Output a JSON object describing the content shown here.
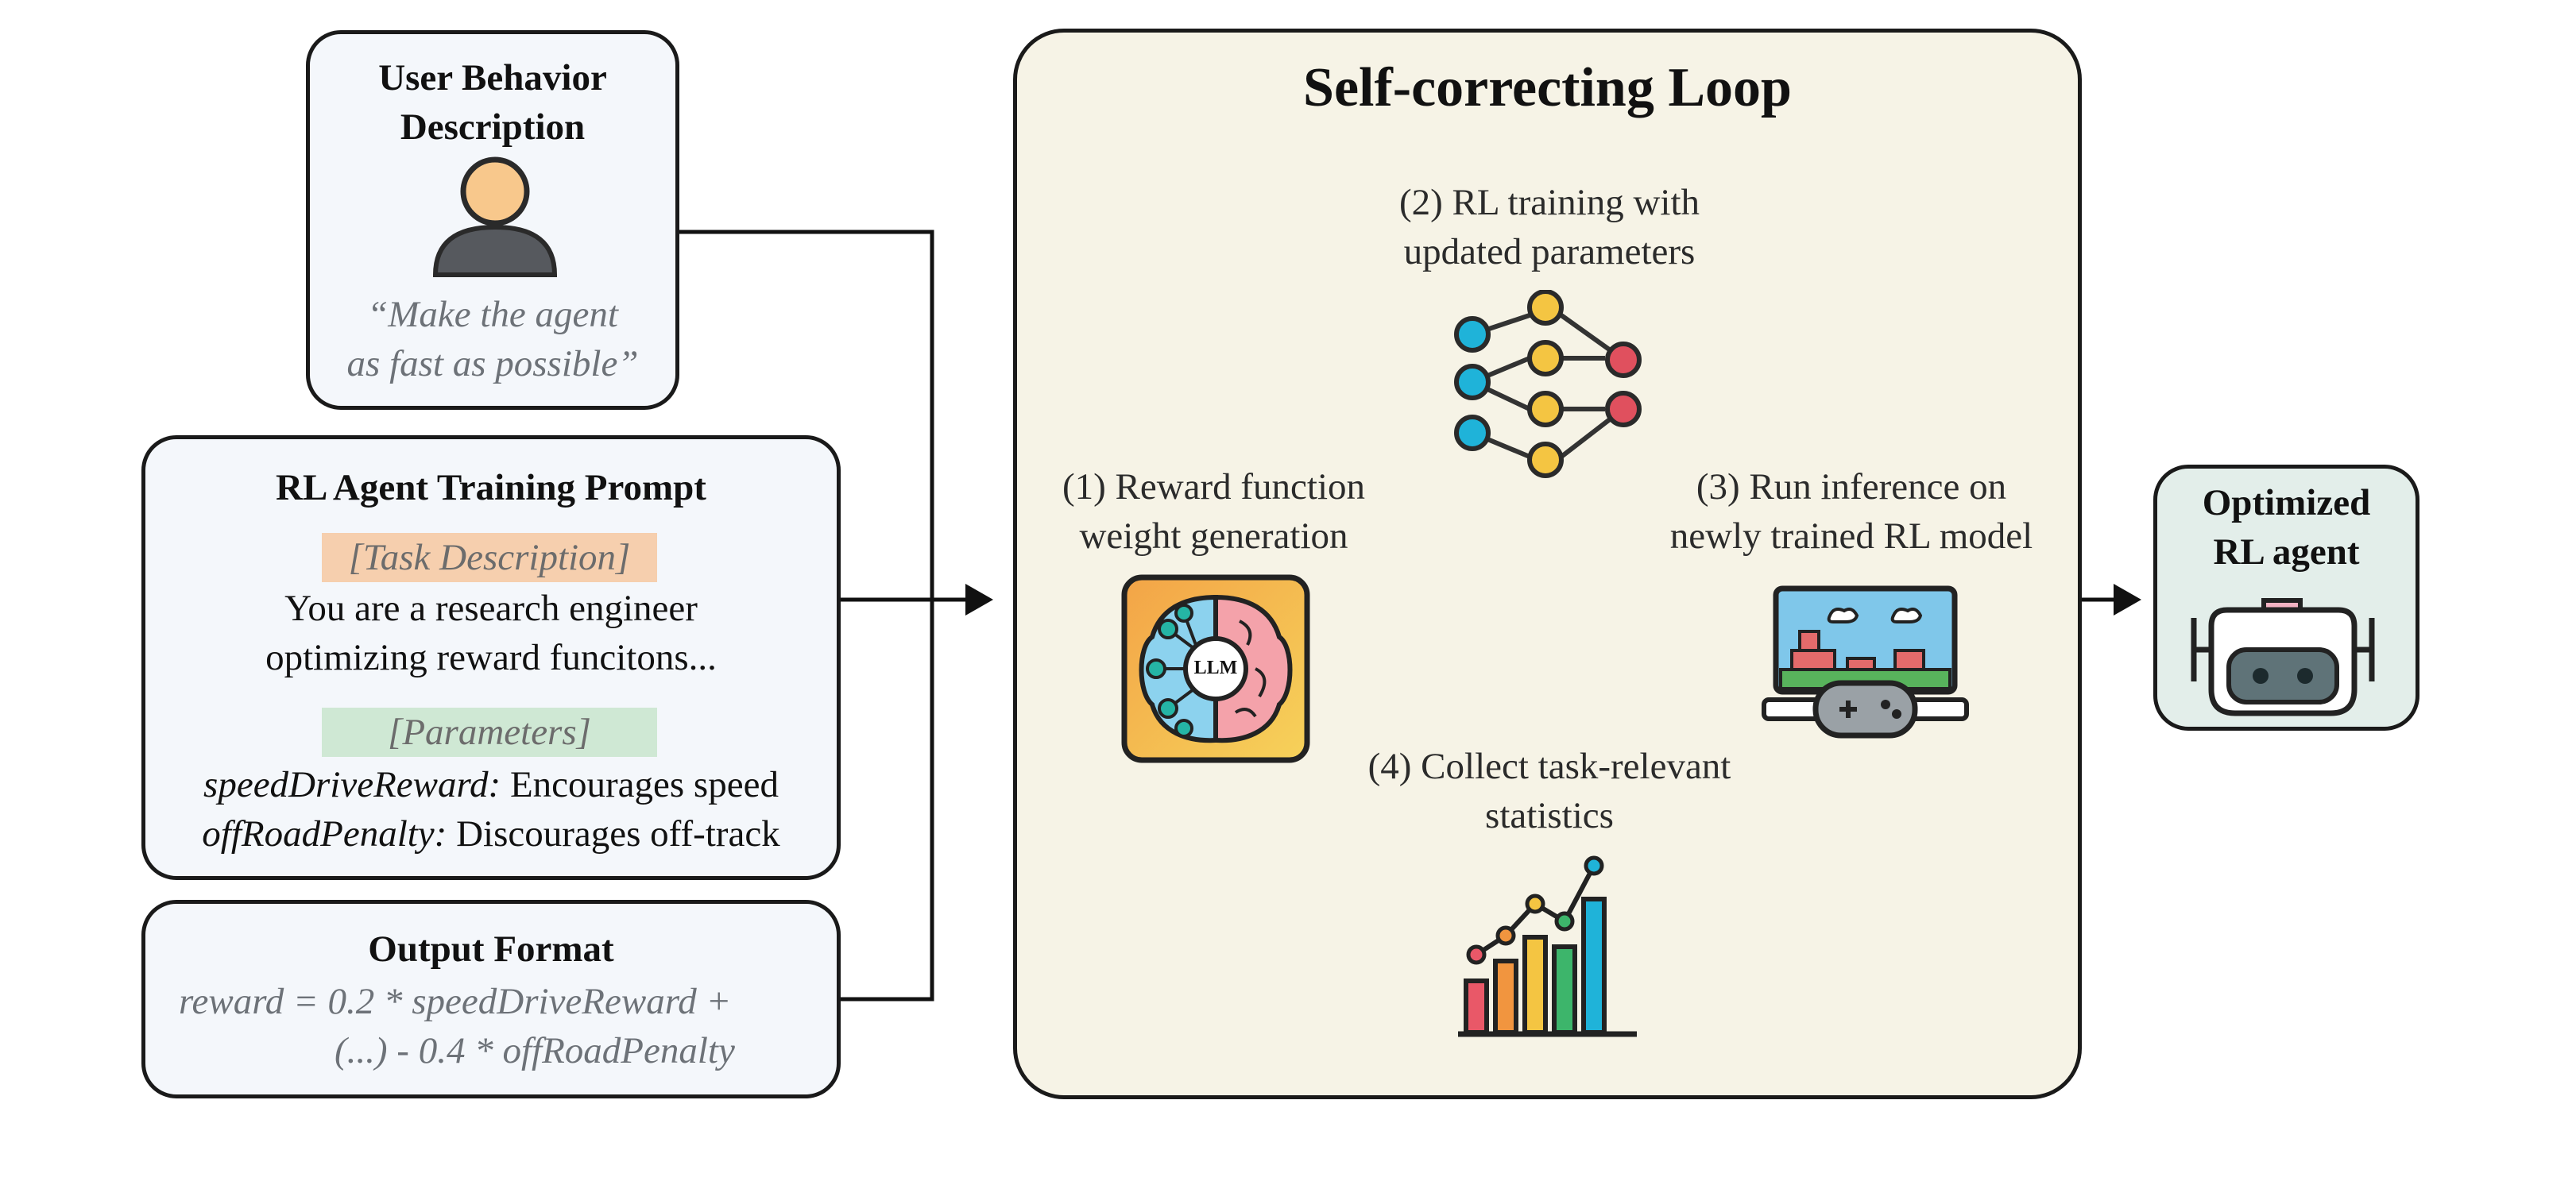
{
  "user_box": {
    "title_line1": "User Behavior",
    "title_line2": "Description",
    "quote_line1": "“Make the agent",
    "quote_line2": "as fast as possible”"
  },
  "prompt_box": {
    "title": "RL Agent Training Prompt",
    "task_tag": "[Task Description]",
    "task_line1": "You are a research engineer",
    "task_line2": "optimizing reward funcitons...",
    "params_tag": "[Parameters]",
    "param1_name": "speedDriveReward:",
    "param1_desc": " Encourages speed",
    "param2_name": "offRoadPenalty:",
    "param2_desc": " Discourages off-track"
  },
  "output_box": {
    "title": "Output Format",
    "line1": "reward = 0.2 * speedDriveReward +",
    "line2": "(...) - 0.4 * offRoadPenalty"
  },
  "loop": {
    "title": "Self-correcting Loop",
    "step1_line1": "(1) Reward function",
    "step1_line2": "weight generation",
    "step2_line1": "(2) RL training with",
    "step2_line2": "updated parameters",
    "step3_line1": "(3) Run inference on",
    "step3_line2": "newly trained RL model",
    "step4_line1": "(4) Collect task-relevant",
    "step4_line2": "statistics",
    "llm_label": "LLM"
  },
  "result_box": {
    "line1": "Optimized",
    "line2": "RL agent"
  },
  "colors": {
    "panel": "#f6f3e6",
    "task_tag_bg": "#f6cfae",
    "params_tag_bg": "#cfe8d4",
    "result_bg": "#e3eeea",
    "node_blue": "#1fb3d9",
    "node_yellow": "#f4c542",
    "node_red": "#e0505e"
  }
}
